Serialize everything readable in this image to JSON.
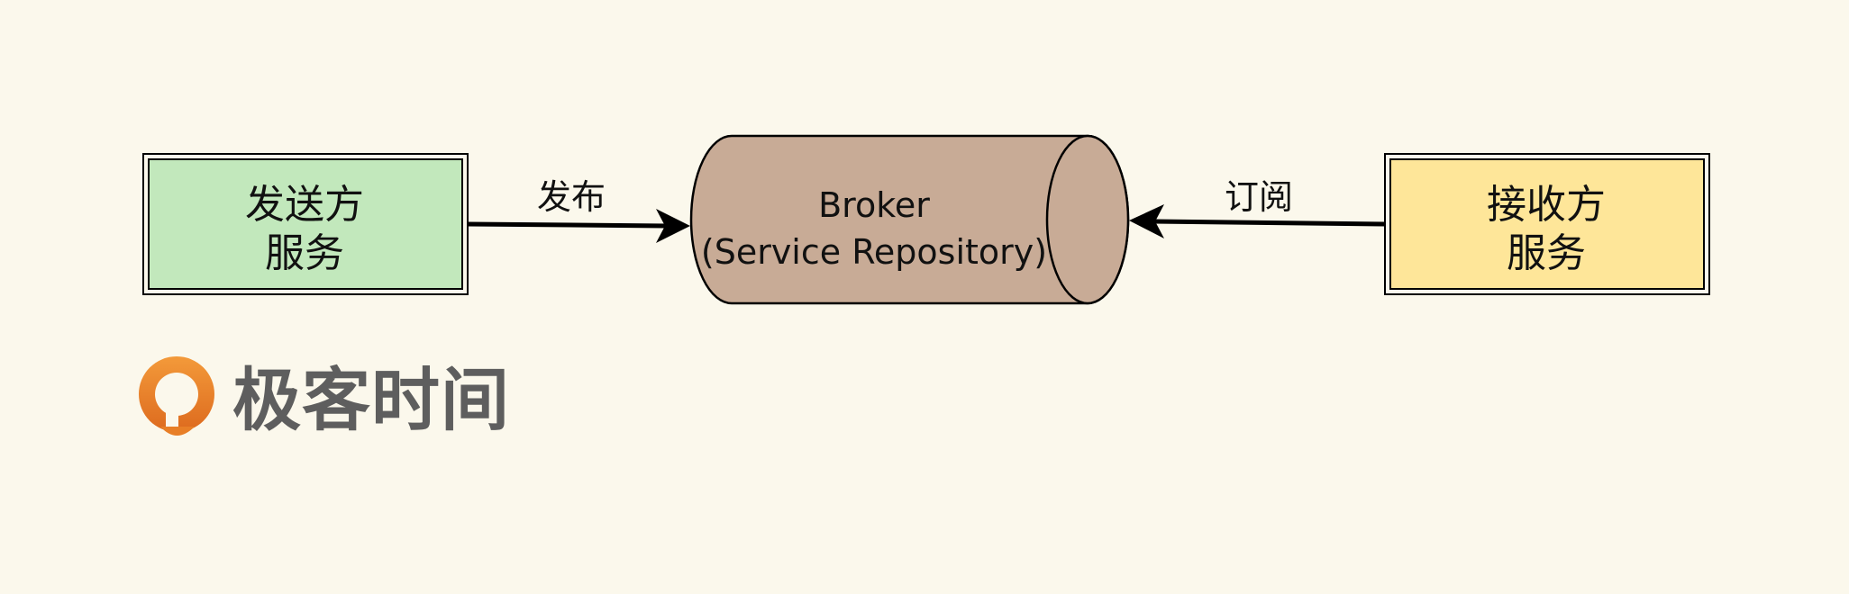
{
  "diagram": {
    "sender": {
      "line1": "发送方",
      "line2": "服务",
      "fill": "#c2e8bc"
    },
    "receiver": {
      "line1": "接收方",
      "line2": "服务",
      "fill": "#fee699"
    },
    "broker": {
      "line1": "Broker",
      "line2": "(Service Repository)",
      "fill": "#c8ab96"
    },
    "publish_label": "发布",
    "subscribe_label": "订阅"
  },
  "logo": {
    "text": "极客时间",
    "icon": "geektime-logo-icon",
    "accent": "#e87f27"
  },
  "colors": {
    "background": "#fbf8ec",
    "stroke": "#000000"
  }
}
